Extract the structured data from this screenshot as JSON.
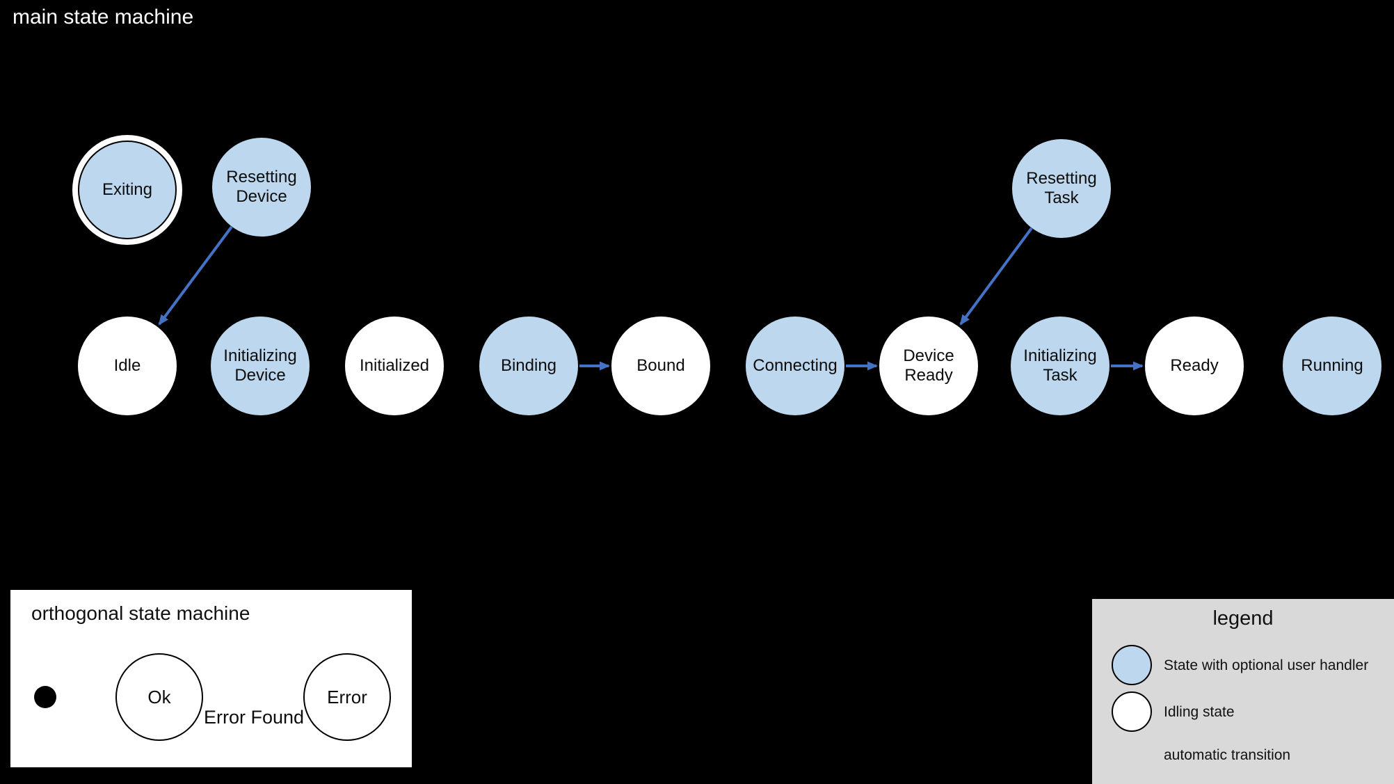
{
  "main_machine": {
    "title": "main state machine",
    "states": [
      {
        "id": "exiting",
        "label": "Exiting",
        "type": "handler",
        "final": true
      },
      {
        "id": "resetting-device",
        "label": "Resetting Device",
        "type": "handler"
      },
      {
        "id": "idle",
        "label": "Idle",
        "type": "idling"
      },
      {
        "id": "initializing-device",
        "label": "Initializing Device",
        "type": "handler"
      },
      {
        "id": "initialized",
        "label": "Initialized",
        "type": "idling"
      },
      {
        "id": "binding",
        "label": "Binding",
        "type": "handler"
      },
      {
        "id": "bound",
        "label": "Bound",
        "type": "idling"
      },
      {
        "id": "connecting",
        "label": "Connecting",
        "type": "handler"
      },
      {
        "id": "device-ready",
        "label": "Device Ready",
        "type": "idling"
      },
      {
        "id": "resetting-task",
        "label": "Resetting Task",
        "type": "handler"
      },
      {
        "id": "initializing-task",
        "label": "Initializing Task",
        "type": "handler"
      },
      {
        "id": "ready",
        "label": "Ready",
        "type": "idling"
      },
      {
        "id": "running",
        "label": "Running",
        "type": "handler"
      }
    ],
    "transitions": [
      {
        "from": "Resetting Device",
        "to": "Idle",
        "type": "automatic"
      },
      {
        "from": "Binding",
        "to": "Bound",
        "type": "automatic"
      },
      {
        "from": "Connecting",
        "to": "Device Ready",
        "type": "automatic"
      },
      {
        "from": "Resetting Task",
        "to": "Device Ready",
        "type": "automatic"
      },
      {
        "from": "Initializing Task",
        "to": "Ready",
        "type": "automatic"
      }
    ]
  },
  "orthogonal_machine": {
    "title": "orthogonal state machine",
    "states": [
      {
        "label": "Ok"
      },
      {
        "label": "Error"
      }
    ],
    "transitions": [
      {
        "from": "Ok",
        "to": "Error",
        "label": "Error Found"
      }
    ]
  },
  "legend": {
    "title": "legend",
    "items": [
      {
        "icon": "handler-state-icon",
        "label": "State with optional user handler"
      },
      {
        "icon": "idling-state-icon",
        "label": "Idling state"
      },
      {
        "icon": "automatic-transition-icon",
        "label": "automatic transition"
      }
    ]
  },
  "colors": {
    "background": "#000000",
    "handler_state_fill": "#bdd7ee",
    "idling_state_fill": "#ffffff",
    "automatic_transition_blue": "#4472c4",
    "legend_background": "#d9d9d9",
    "text_dark": "#0d0d0d",
    "text_light": "#ffffff"
  }
}
